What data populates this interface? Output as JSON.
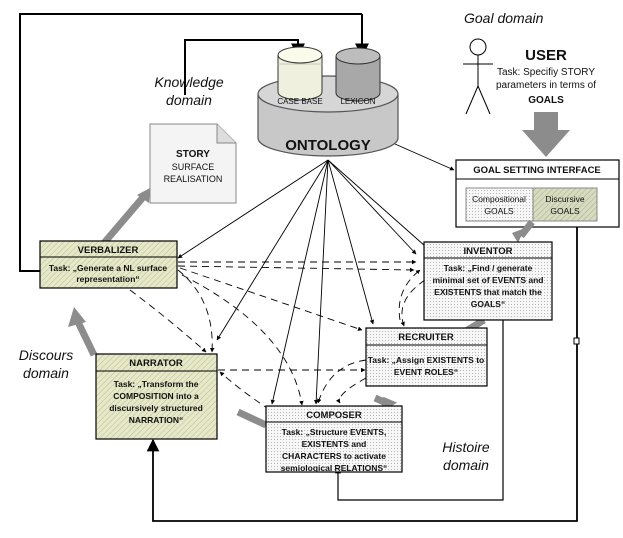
{
  "domains": {
    "goal": "Goal domain",
    "knowledge_line1": "Knowledge",
    "knowledge_line2": "domain",
    "discours_line1": "Discours",
    "discours_line2": "domain",
    "histoire_line1": "Histoire",
    "histoire_line2": "domain"
  },
  "user": {
    "title": "USER",
    "task_line1": "Task: Specifiy STORY",
    "task_line2": "parameters in terms of",
    "task_line3": "GOALS"
  },
  "ontology": {
    "title": "ONTOLOGY",
    "case_base": "CASE BASE",
    "lexicon": "LEXICON"
  },
  "story_doc": {
    "line1": "STORY",
    "line2": "SURFACE",
    "line3": "REALISATION"
  },
  "goal_interface": {
    "title": "GOAL SETTING INTERFACE",
    "compositional_line1": "Compositional",
    "compositional_line2": "GOALS",
    "discursive_line1": "Discursive",
    "discursive_line2": "GOALS"
  },
  "modules": {
    "verbalizer": {
      "title": "VERBALIZER",
      "task_line1": "Task: „Generate a NL surface",
      "task_line2": "representation“"
    },
    "inventor": {
      "title": "INVENTOR",
      "task_line1": "Task: „Find / generate",
      "task_line2": "minimal set of EVENTS and",
      "task_line3": "EXISTENTS that match the",
      "task_line4": "GOALS“"
    },
    "recruiter": {
      "title": "RECRUITER",
      "task_line1": "Task: „Assign EXISTENTS to",
      "task_line2": "EVENT ROLES“"
    },
    "narrator": {
      "title": "NARRATOR",
      "task_line1": "Task: „Transform the",
      "task_line2": "COMPOSITION into a",
      "task_line3": "discursively structured",
      "task_line4": "NARRATION“"
    },
    "composer": {
      "title": "COMPOSER",
      "task_line1": "Task: „Structure EVENTS,",
      "task_line2": "EXISTENTS and",
      "task_line3": "CHARACTERS to activate",
      "task_line4": "semiological RELATIONS“"
    }
  },
  "colors": {
    "module_fill_hatched": "#e4e6c4",
    "module_fill_dotted": "#f1f1f1",
    "ontology_fill": "#c8c8c8",
    "big_arrow": "#8c8c8c"
  }
}
